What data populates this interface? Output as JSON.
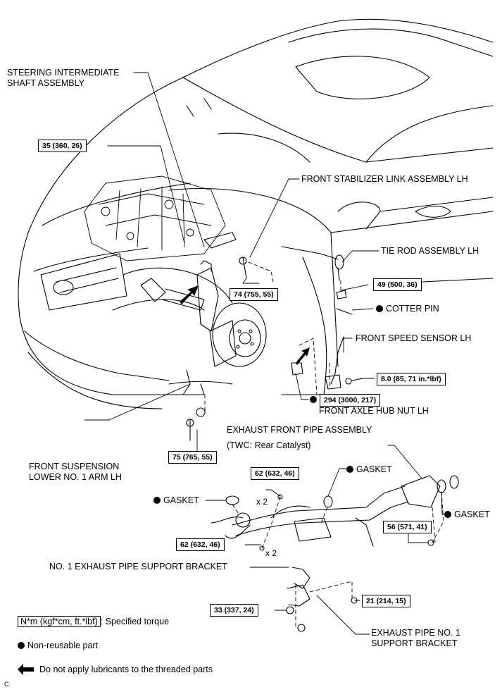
{
  "labels": {
    "steering_shaft": [
      "STEERING INTERMEDIATE",
      "SHAFT ASSEMBLY"
    ],
    "stabilizer_link": "FRONT STABILIZER LINK ASSEMBLY LH",
    "tie_rod": "TIE ROD ASSEMBLY LH",
    "cotter_pin": "COTTER PIN",
    "speed_sensor": "FRONT SPEED SENSOR LH",
    "axle_hub_nut": "FRONT AXLE HUB NUT LH",
    "exhaust_front_pipe": "EXHAUST FRONT PIPE ASSEMBLY",
    "twc": "(TWC: Rear Catalyst)",
    "lower_arm": [
      "FRONT SUSPENSION",
      "LOWER NO. 1 ARM LH"
    ],
    "gasket_top": "GASKET",
    "gasket_left": "GASKET",
    "gasket_right": "GASKET",
    "support_bracket_1": "NO. 1 EXHAUST PIPE SUPPORT BRACKET",
    "support_bracket_2": [
      "EXHAUST PIPE NO. 1",
      "SUPPORT BRACKET"
    ],
    "x2_top": "x 2",
    "x2_bottom": "x 2",
    "corner_mark": "C"
  },
  "torques": {
    "t35": "35 (360, 26)",
    "t74": "74 (755, 55)",
    "t49": "49 (500, 36)",
    "t8": "8.0 (85, 71 in.*lbf)",
    "t294": "294 (3000, 217)",
    "t75": "75 (765, 55)",
    "t62a": "62 (632, 46)",
    "t62b": "62 (632, 46)",
    "t56": "56 (571, 41)",
    "t33": "33 (337, 24)",
    "t21": "21 (214, 15)"
  },
  "legend": {
    "torque_unit": "N*m (kgf*cm, ft.*lbf)",
    "torque_desc": ": Specified torque",
    "non_reusable": "Non-reusable part",
    "no_lubricant": "Do not apply lubricants to the threaded parts"
  }
}
